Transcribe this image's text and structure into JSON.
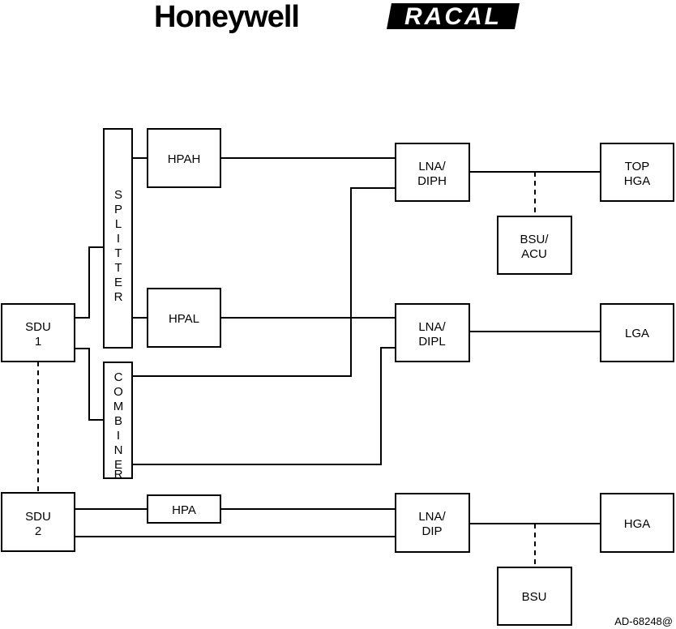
{
  "logos": {
    "honeywell": "Honeywell",
    "racal": "RACAL"
  },
  "blocks": {
    "hpah": [
      "HPAH"
    ],
    "hpal": [
      "HPAL"
    ],
    "hpa": [
      "HPA"
    ],
    "splitter": [
      "S",
      "P",
      "L",
      "I",
      "T",
      "T",
      "E",
      "R"
    ],
    "combiner": [
      "C",
      "O",
      "M",
      "B",
      "I",
      "N",
      "E",
      "R"
    ],
    "sdu1": [
      "SDU",
      "1"
    ],
    "sdu2": [
      "SDU",
      "2"
    ],
    "lna_diph": [
      "LNA/",
      "DIPH"
    ],
    "lna_dipl": [
      "LNA/",
      "DIPL"
    ],
    "lna_dip": [
      "LNA/",
      "DIP"
    ],
    "top_hga": [
      "TOP",
      "HGA"
    ],
    "lga": [
      "LGA"
    ],
    "hga": [
      "HGA"
    ],
    "bsu_acu": [
      "BSU/",
      "ACU"
    ],
    "bsu": [
      "BSU"
    ]
  },
  "reference": "AD-68248@"
}
